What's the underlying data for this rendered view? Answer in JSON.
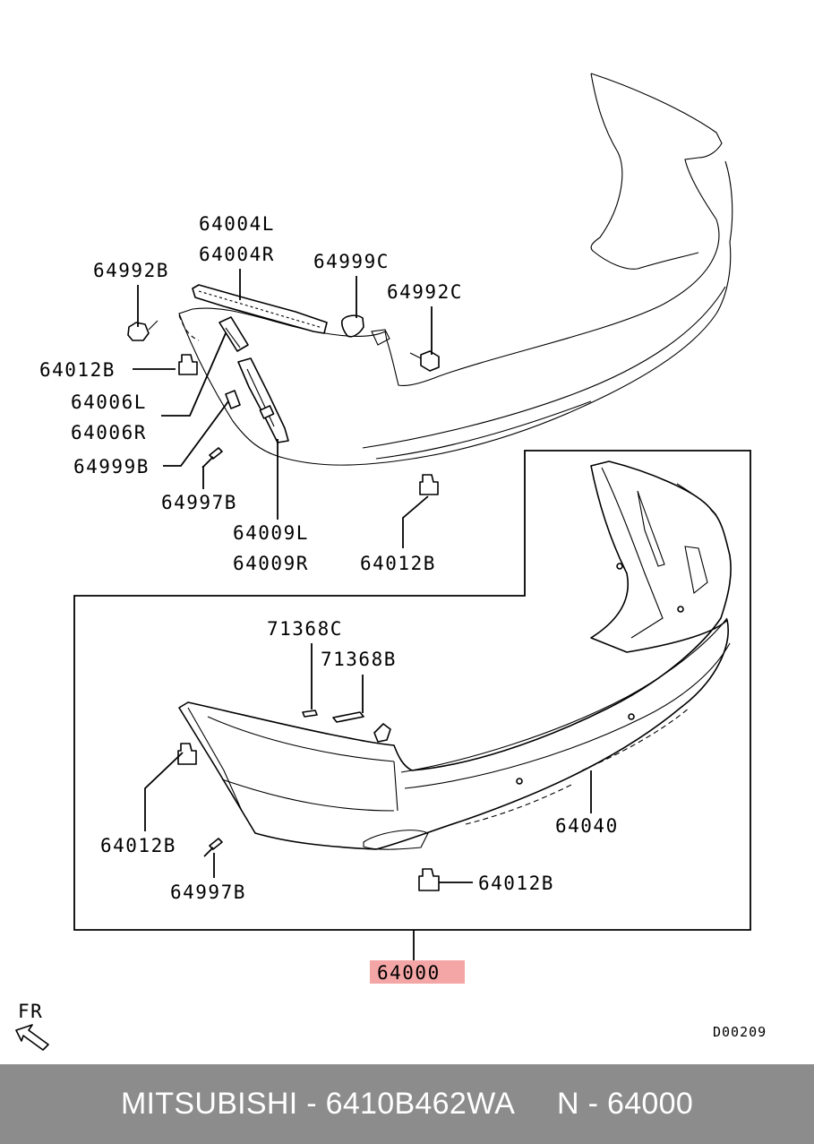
{
  "labels": {
    "p64004L": "64004L",
    "p64004R": "64004R",
    "p64992B": "64992B",
    "p64999C": "64999C",
    "p64992C": "64992C",
    "p64012B_a": "64012B",
    "p64006L": "64006L",
    "p64006R": "64006R",
    "p64999B": "64999B",
    "p64997B_a": "64997B",
    "p64009L": "64009L",
    "p64009R": "64009R",
    "p64012B_b": "64012B",
    "p71368C": "71368C",
    "p71368B": "71368B",
    "p64012B_c": "64012B",
    "p64040": "64040",
    "p64997B_b": "64997B",
    "p64012B_d": "64012B",
    "p64000": "64000"
  },
  "assembly_highlight_color": "#f4a6a6",
  "direction_marker": "FR",
  "diagram_code": "D00209",
  "footer": {
    "text": "MITSUBISHI - 6410B462WA     N - 64000",
    "background": "#8c8c8c"
  }
}
